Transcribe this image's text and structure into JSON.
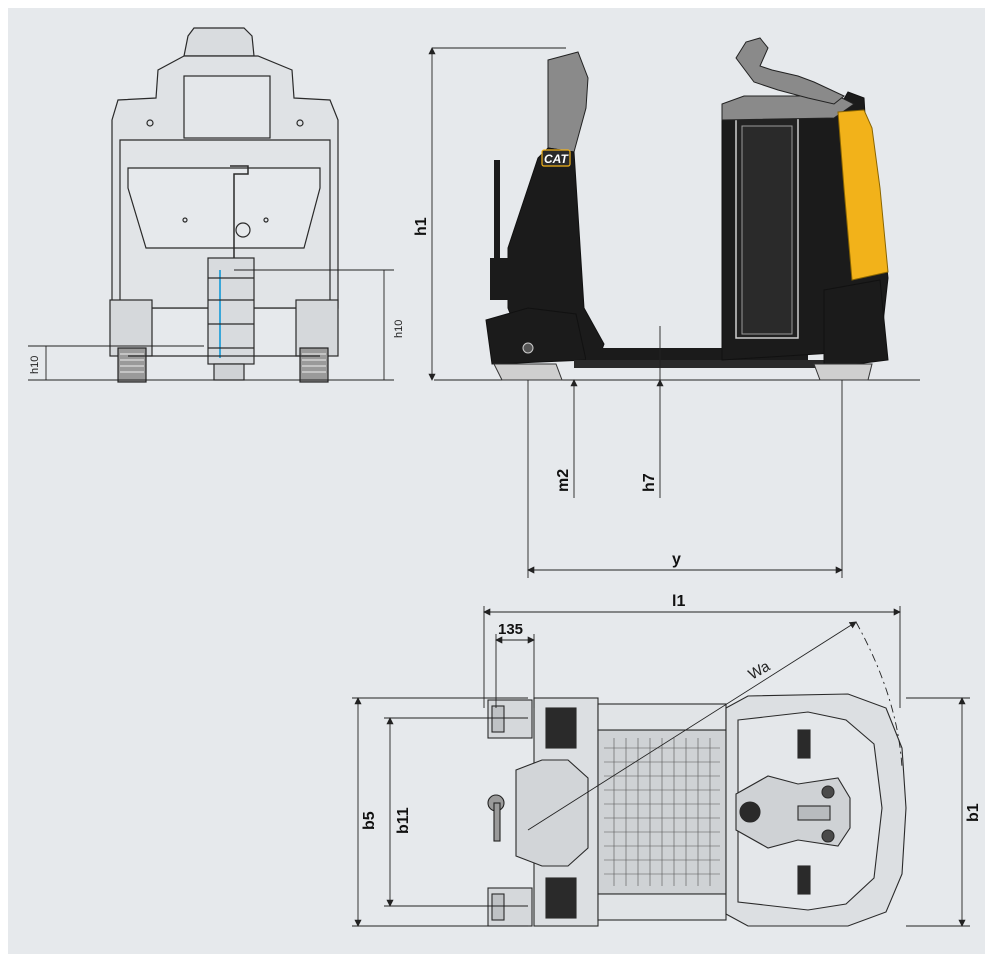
{
  "brand_badge": "CAT",
  "labels": {
    "h10_left": "h10",
    "h10_right": "h10",
    "h1": "h1",
    "m2": "m2",
    "h7": "h7",
    "y": "y",
    "l1": "l1",
    "dim_135": "135",
    "wa": "Wa",
    "b5": "b5",
    "b11": "b11",
    "b1": "b1"
  },
  "colors": {
    "background": "#e6e9ec",
    "body_black": "#1b1b1b",
    "body_grey": "#8a8a8a",
    "accent_yellow": "#f2b21a",
    "line": "#222222",
    "diagram_blue": "#3aa6d8"
  }
}
